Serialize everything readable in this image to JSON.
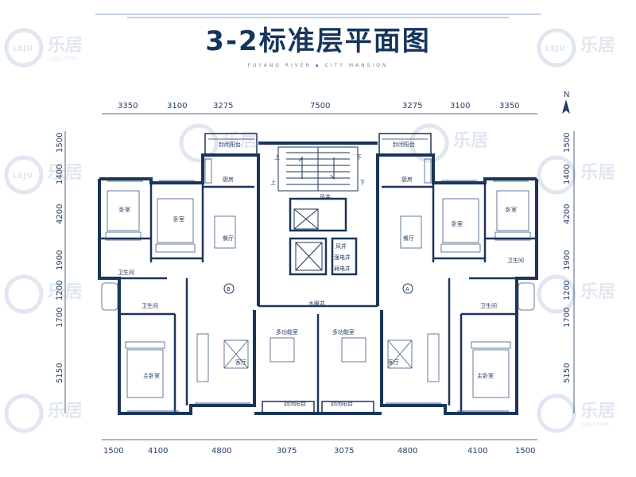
{
  "title": "3-2标准层平面图",
  "subtitle": "FUYANG RIVER ▪ CITY MANSION",
  "north_label": "N",
  "dimensions": {
    "top": [
      "3350",
      "3100",
      "3275",
      "7500",
      "3275",
      "3100",
      "3350"
    ],
    "bottom": [
      "1500",
      "4100",
      "4800",
      "3075",
      "3075",
      "4800",
      "4100",
      "1500"
    ],
    "left": [
      "1500",
      "1400",
      "4200",
      "1900",
      "1200",
      "1700",
      "5150"
    ],
    "right": [
      "1500",
      "1400",
      "4200",
      "1900",
      "1200",
      "1700",
      "5150"
    ]
  },
  "rooms": {
    "balcony_left": "封闭阳台",
    "balcony_right": "封闭阳台",
    "kitchen_left": "厨房",
    "kitchen_right": "厨房",
    "bedroom_l1": "卧室",
    "bedroom_l2": "卧室",
    "bedroom_r1": "卧室",
    "bedroom_r2": "卧室",
    "dining_left": "餐厅",
    "dining_right": "餐厅",
    "bath_left": "卫生间",
    "bath_right": "卫生间",
    "bath_left2": "卫生间",
    "bath_right2": "卫生间",
    "master_left": "主卧室",
    "master_right": "主卧室",
    "living_left": "客厅",
    "living_right": "客厅",
    "multi_left": "多功能室",
    "multi_right": "多功能室",
    "balcony_bl": "封闭阳台",
    "balcony_br": "封闭阳台",
    "wind_shaft": "风井",
    "wind_shaft2": "风井",
    "strong_shaft": "强电井",
    "weak_shaft": "弱电井",
    "water_shaft": "水暖井",
    "stair_up": "上",
    "stair_down": "下",
    "stair_up2": "上",
    "stair_down2": "下",
    "unit_b": "B",
    "unit_a": "A"
  },
  "watermark": {
    "text": "乐居",
    "sub": "LEJU.COM",
    "logo": "LEJU"
  }
}
